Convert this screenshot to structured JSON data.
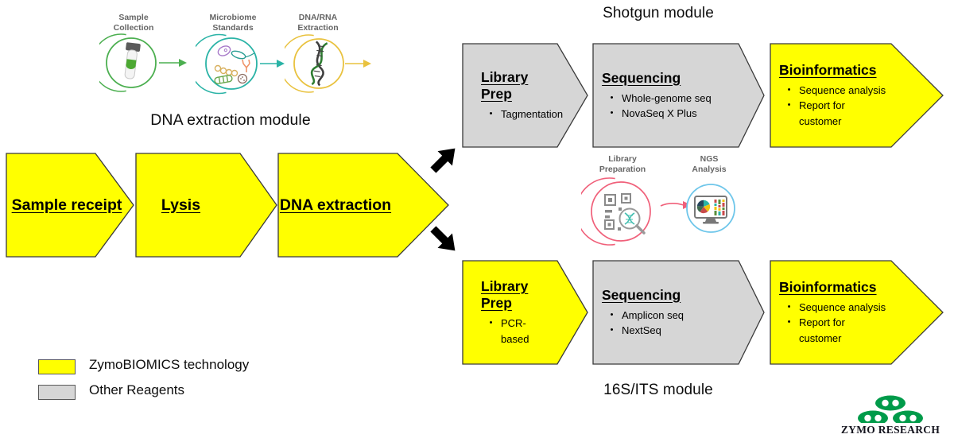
{
  "colors": {
    "zymo_yellow": "#FFFF00",
    "other_reagents_gray": "#D6D6D6",
    "shape_outline": "#3A3A3A",
    "sample_collection_green": "#4CAF50",
    "microbiome_teal": "#2AB3A6",
    "extraction_gold": "#E9C23F",
    "library_prep_pink": "#F0607A",
    "ngs_blue": "#6EC6EA",
    "logo_green": "#009B4A"
  },
  "dna_extraction_module": {
    "title": "DNA extraction module",
    "icons": [
      {
        "label": "Sample\nCollection",
        "icon": "collection-tube-icon"
      },
      {
        "label": "Microbiome\nStandards",
        "icon": "microbes-icon"
      },
      {
        "label": "DNA/RNA\nExtraction",
        "icon": "dna-helix-icon"
      }
    ]
  },
  "main_flow": {
    "steps": [
      {
        "label": "Sample receipt"
      },
      {
        "label": "Lysis"
      },
      {
        "label": "DNA extraction"
      }
    ]
  },
  "shotgun_module": {
    "title": "Shotgun module",
    "steps": [
      {
        "heading": "Library Prep",
        "bullets": [
          "Tagmentation"
        ],
        "style": "gray"
      },
      {
        "heading": "Sequencing",
        "bullets": [
          "Whole-genome seq",
          "NovaSeq X Plus"
        ],
        "style": "gray"
      },
      {
        "heading": "Bioinformatics",
        "bullets": [
          "Sequence analysis",
          "Report for customer"
        ],
        "style": "yellow"
      }
    ]
  },
  "amplicon_module": {
    "title": "16S/ITS module",
    "steps": [
      {
        "heading": "Library Prep",
        "bullets": [
          "PCR-based"
        ],
        "style": "yellow"
      },
      {
        "heading": "Sequencing",
        "bullets": [
          "Amplicon seq",
          "NextSeq"
        ],
        "style": "gray"
      },
      {
        "heading": "Bioinformatics",
        "bullets": [
          "Sequence analysis",
          "Report for customer"
        ],
        "style": "yellow"
      }
    ]
  },
  "process_icons": [
    {
      "label": "Library\nPreparation",
      "icon": "qr-magnifier-icon"
    },
    {
      "label": "NGS\nAnalysis",
      "icon": "monitor-analysis-icon"
    }
  ],
  "legend": {
    "items": [
      {
        "label": "ZymoBIOMICS technology",
        "swatch": "#FFFF00"
      },
      {
        "label": "Other Reagents",
        "swatch": "#D6D6D6"
      }
    ]
  },
  "logo": {
    "text": "ZYMO RESEARCH"
  }
}
